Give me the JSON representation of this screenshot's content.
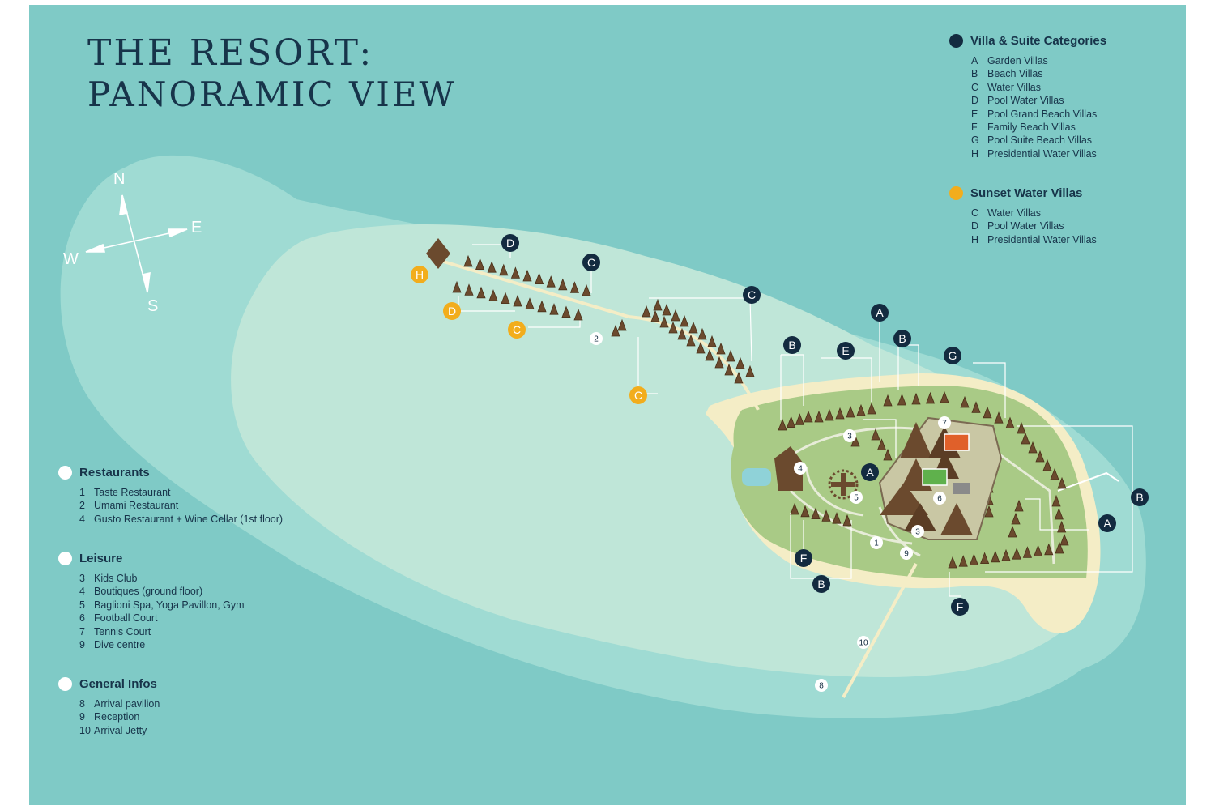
{
  "title_line1": "THE RESORT:",
  "title_line2": "PANORAMIC VIEW",
  "colors": {
    "sea": "#7fcac6",
    "lagoon_outer": "#9fdbd3",
    "lagoon_inner": "#bfe6d8",
    "sand": "#f4edc6",
    "island_green": "#a9ca86",
    "roof_brown": "#6b4a2e",
    "navy": "#132b40",
    "gold": "#f2ad1c",
    "white": "#ffffff"
  },
  "compass": {
    "n": "N",
    "e": "E",
    "s": "S",
    "w": "W"
  },
  "legend_villas": {
    "title": "Villa & Suite Categories",
    "items": [
      {
        "key": "A",
        "label": "Garden Villas"
      },
      {
        "key": "B",
        "label": "Beach Villas"
      },
      {
        "key": "C",
        "label": "Water Villas"
      },
      {
        "key": "D",
        "label": "Pool Water Villas"
      },
      {
        "key": "E",
        "label": "Pool Grand Beach Villas"
      },
      {
        "key": "F",
        "label": "Family Beach Villas"
      },
      {
        "key": "G",
        "label": "Pool Suite Beach Villas"
      },
      {
        "key": "H",
        "label": "Presidential Water Villas"
      }
    ]
  },
  "legend_sunset": {
    "title": "Sunset Water Villas",
    "items": [
      {
        "key": "C",
        "label": "Water Villas"
      },
      {
        "key": "D",
        "label": "Pool Water Villas"
      },
      {
        "key": "H",
        "label": "Presidential Water Villas"
      }
    ]
  },
  "legend_restaurants": {
    "title": "Restaurants",
    "items": [
      {
        "key": "1",
        "label": "Taste Restaurant"
      },
      {
        "key": "2",
        "label": "Umami Restaurant"
      },
      {
        "key": "4",
        "label": "Gusto Restaurant + Wine Cellar (1st floor)"
      }
    ]
  },
  "legend_leisure": {
    "title": "Leisure",
    "items": [
      {
        "key": "3",
        "label": "Kids Club"
      },
      {
        "key": "4",
        "label": "Boutiques (ground floor)"
      },
      {
        "key": "5",
        "label": "Baglioni Spa, Yoga Pavillon, Gym"
      },
      {
        "key": "6",
        "label": "Football Court"
      },
      {
        "key": "7",
        "label": "Tennis Court"
      },
      {
        "key": "9",
        "label": "Dive centre"
      }
    ]
  },
  "legend_general": {
    "title": "General Infos",
    "items": [
      {
        "key": "8",
        "label": "Arrival pavilion"
      },
      {
        "key": "9",
        "label": "Reception"
      },
      {
        "key": "10",
        "label": "Arrival Jetty"
      }
    ]
  },
  "map_markers": {
    "navy": [
      "D",
      "C",
      "C",
      "A",
      "B",
      "E",
      "B",
      "G",
      "A",
      "B",
      "A",
      "F",
      "B",
      "F"
    ],
    "gold": [
      "H",
      "D",
      "C",
      "C"
    ],
    "white": [
      "2",
      "3",
      "4",
      "5",
      "6",
      "7",
      "3",
      "1",
      "9",
      "10",
      "8"
    ]
  }
}
